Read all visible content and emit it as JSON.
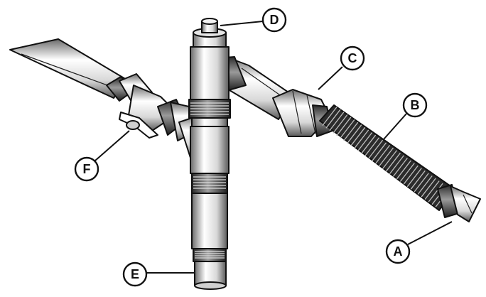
{
  "callouts": {
    "a": "A",
    "b": "B",
    "c": "C",
    "d": "D",
    "e": "E",
    "f": "F"
  }
}
